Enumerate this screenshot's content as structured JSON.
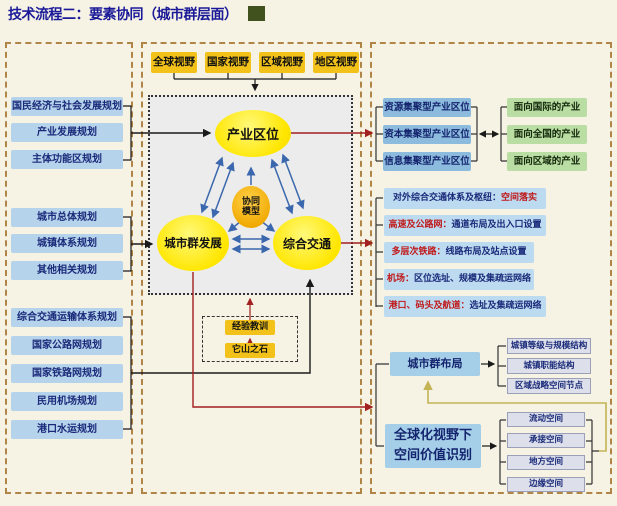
{
  "title": {
    "text": "技术流程二：要素协同（城市群层面）"
  },
  "perspectives": {
    "items": [
      "全球视野",
      "国家视野",
      "区域视野",
      "地区视野"
    ]
  },
  "left_panel": {
    "group1": {
      "items": [
        "国民经济与社会发展规划",
        "产业发展规划",
        "主体功能区规划"
      ]
    },
    "group2": {
      "items": [
        "城市总体规划",
        "城镇体系规划",
        "其他相关规划"
      ]
    },
    "group3": {
      "items": [
        "综合交通运输体系规划",
        "国家公路网规划",
        "国家铁路网规划",
        "民用机场规划",
        "港口水运规划"
      ]
    }
  },
  "center": {
    "industry_node": "产业区位",
    "city_node": "城市群发展",
    "transport_node": "综合交通",
    "model_node": {
      "line1": "协同",
      "line2": "模型"
    },
    "reference": {
      "items": [
        "经验教训",
        "它山之石"
      ]
    }
  },
  "right_panel": {
    "industry_types": [
      "资源集聚型产业区位",
      "资本集聚型产业区位",
      "信息集聚型产业区位"
    ],
    "industry_orientations": [
      "面向国际的产业",
      "面向全国的产业",
      "面向区域的产业"
    ],
    "transport_outcomes": [
      {
        "label": "对外综合交通体系及枢纽：",
        "value": "空间落实"
      },
      {
        "label": "高速及公路网：",
        "value": "通道布局及出入口设置"
      },
      {
        "label": "多层次铁路：",
        "value": "线路布局及站点设置"
      },
      {
        "label": "机场：",
        "value": "区位选址、规模及集疏运网络"
      },
      {
        "label": "港口、码头及航道：",
        "value": "选址及集疏运网络"
      }
    ],
    "layout_box": "城市群布局",
    "layout_outcomes": [
      "城镇等级与规模结构",
      "城镇职能结构",
      "区域战略空间节点"
    ],
    "value_box": {
      "line1": "全球化视野下",
      "line2": "空间价值识别"
    },
    "space_types": [
      "流动空间",
      "承接空间",
      "地方空间",
      "边缘空间"
    ]
  },
  "colors": {
    "title_text": "#1a1a99",
    "panel_border": "#b08648",
    "yellow_box": "#f2c21a",
    "yellow_ellipse": "#ffe600",
    "model_ellipse": "#f0a800",
    "light_blue_box": "#b6d3ec",
    "medium_blue_box": "#8cbbde",
    "green_box": "#b9dda2",
    "gray_box": "#dde0ea",
    "input_arrow": "#1a1a1a",
    "output_arrow": "#a22020",
    "triangle_arrow": "#3a67ad",
    "feedback_line": "#c4b455",
    "highlight_red_text": "#c01818",
    "navy_text": "#1a2a7a"
  }
}
